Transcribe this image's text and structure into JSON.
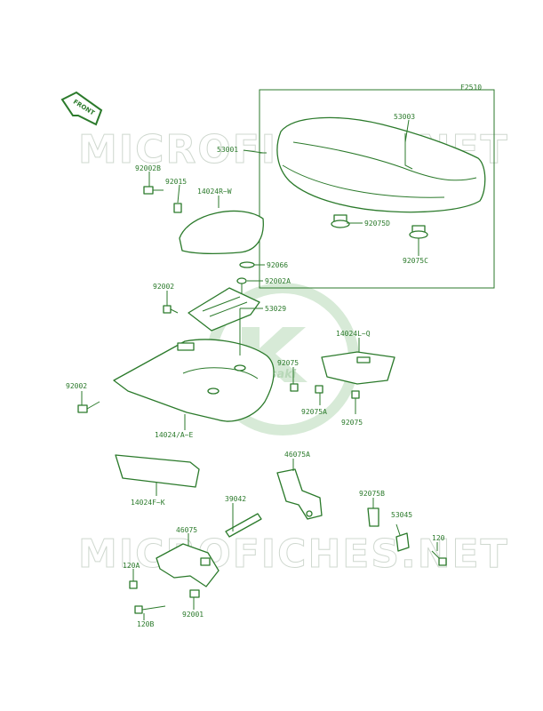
{
  "diagram": {
    "code": "F2510",
    "front_label": "FRONT",
    "watermark_top": "MICROFICHES.NET",
    "watermark_bottom": "MICROFICHES.NET",
    "logo_text": "Kawasaki",
    "colors": {
      "ink": "#2b7a2b",
      "watermark": "#cfd8cf",
      "logo": "#d7ead7"
    },
    "labels": {
      "p53001": "53001",
      "p53003": "53003",
      "p92075D": "92075D",
      "p92075C": "92075C",
      "p92002B": "92002B",
      "p92015": "92015",
      "p14024RW": "14024R~W",
      "p92066": "92066",
      "p92002A": "92002A",
      "p92002_top": "92002",
      "p53029": "53029",
      "p14024LQ": "14024L~Q",
      "p92075_mid": "92075",
      "p92075A": "92075A",
      "p92075_right": "92075",
      "p92002_left": "92002",
      "p14024AE": "14024/A~E",
      "p46075A": "46075A",
      "p14024FK": "14024F~K",
      "p39042": "39042",
      "p92075B": "92075B",
      "p53045": "53045",
      "p46075": "46075",
      "p120": "120",
      "p120A": "120A",
      "p92001": "92001",
      "p120B": "120B"
    }
  }
}
